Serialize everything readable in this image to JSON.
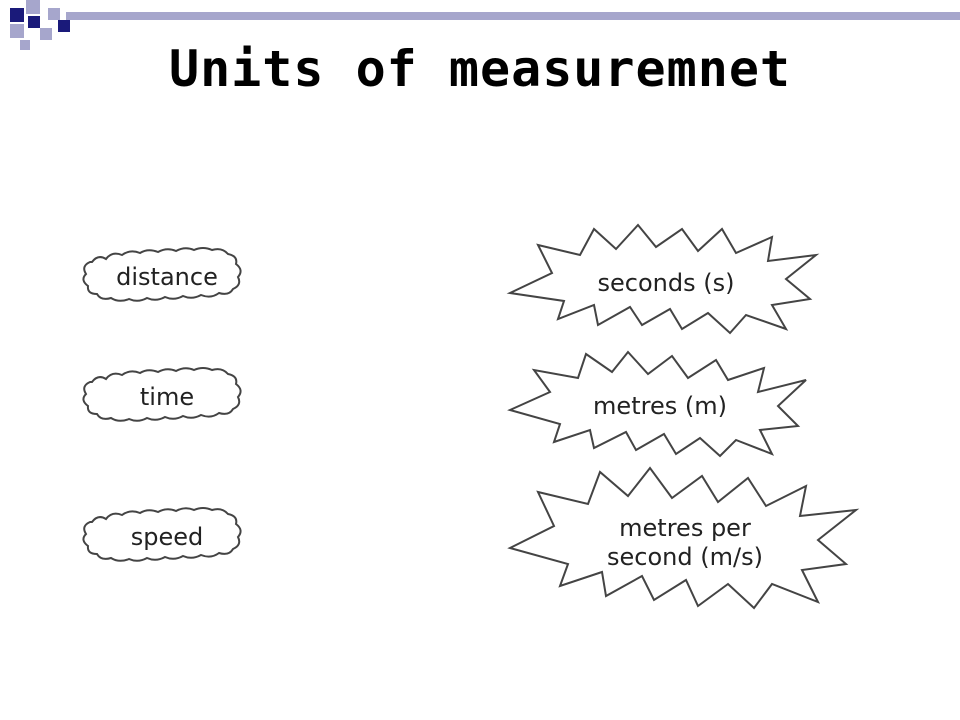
{
  "slide": {
    "title": "Units of measuremnet"
  },
  "quantities": [
    {
      "label": "distance"
    },
    {
      "label": "time"
    },
    {
      "label": "speed"
    }
  ],
  "units": [
    {
      "label": "seconds (s)"
    },
    {
      "label": "metres (m)"
    },
    {
      "label": "metres per second (m/s)"
    }
  ],
  "colors": {
    "accent_dark": "#1a1a7a",
    "accent_light": "#a6a6cc",
    "outline": "#444444"
  }
}
